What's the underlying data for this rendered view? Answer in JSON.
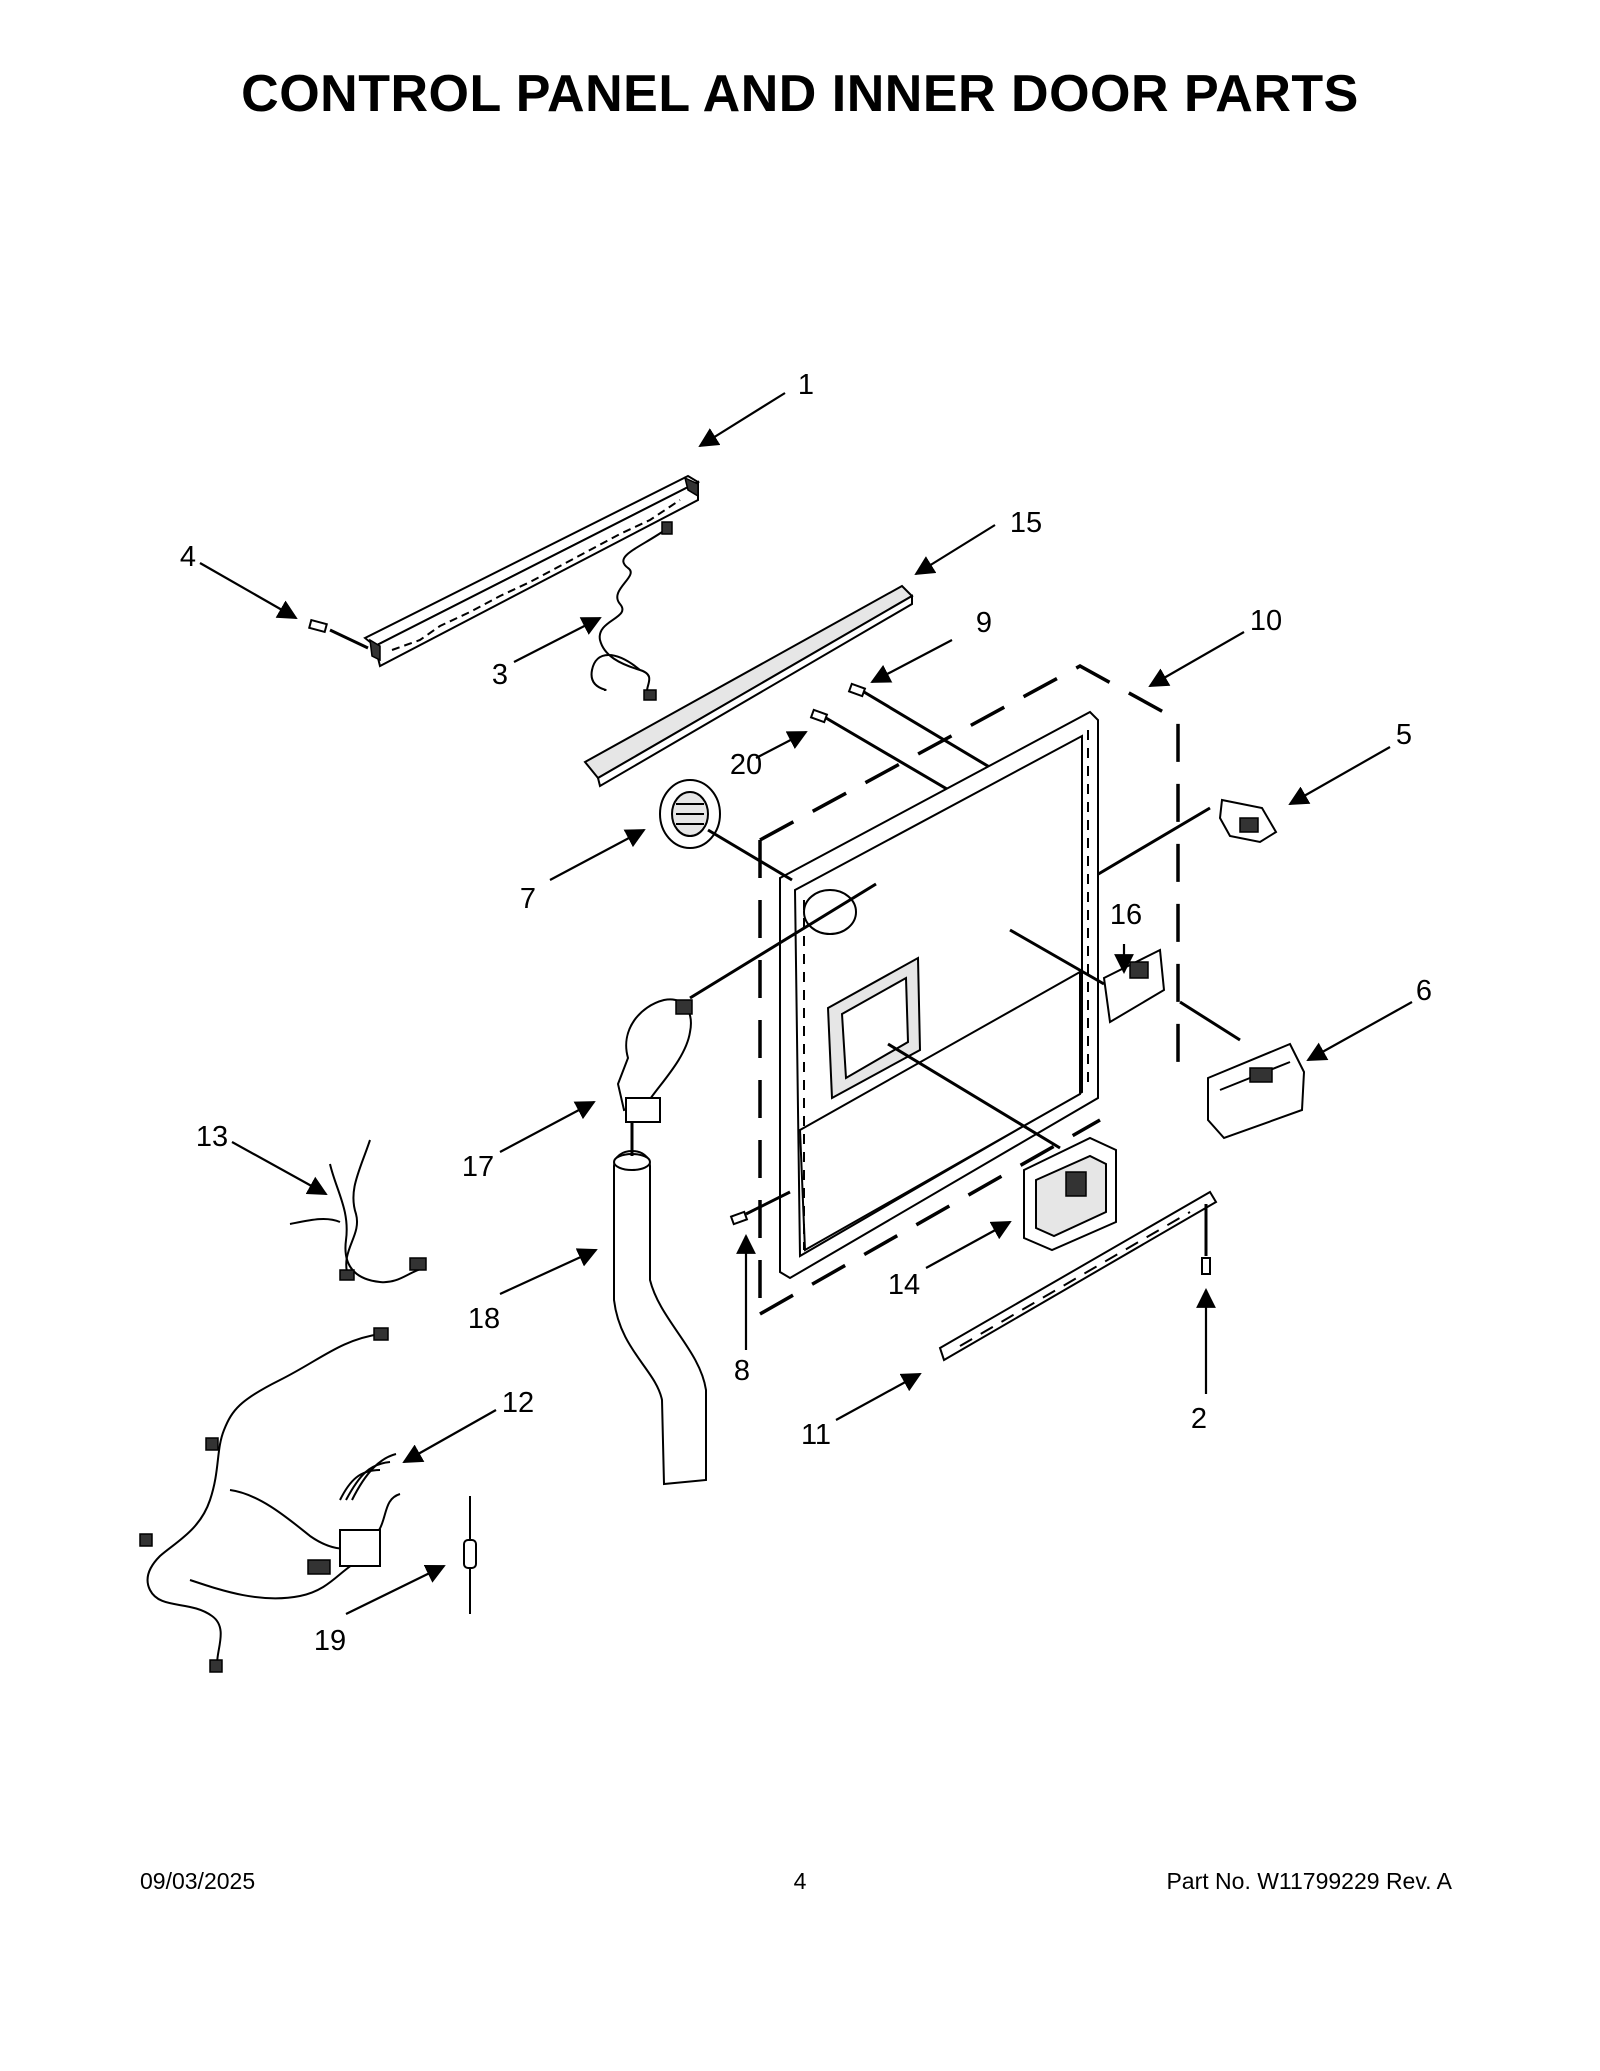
{
  "title": "CONTROL PANEL AND INNER DOOR PARTS",
  "callouts": [
    {
      "key": "c1",
      "label": "1"
    },
    {
      "key": "c2",
      "label": "2"
    },
    {
      "key": "c3",
      "label": "3"
    },
    {
      "key": "c4",
      "label": "4"
    },
    {
      "key": "c5",
      "label": "5"
    },
    {
      "key": "c6",
      "label": "6"
    },
    {
      "key": "c7",
      "label": "7"
    },
    {
      "key": "c8",
      "label": "8"
    },
    {
      "key": "c9",
      "label": "9"
    },
    {
      "key": "c10",
      "label": "10"
    },
    {
      "key": "c11",
      "label": "11"
    },
    {
      "key": "c12",
      "label": "12"
    },
    {
      "key": "c13",
      "label": "13"
    },
    {
      "key": "c14",
      "label": "14"
    },
    {
      "key": "c15",
      "label": "15"
    },
    {
      "key": "c16",
      "label": "16"
    },
    {
      "key": "c17",
      "label": "17"
    },
    {
      "key": "c18",
      "label": "18"
    },
    {
      "key": "c19",
      "label": "19"
    },
    {
      "key": "c20",
      "label": "20"
    }
  ],
  "footer": {
    "date": "09/03/2025",
    "page": "4",
    "part_number": "Part No.  W11799229  Rev.  A"
  }
}
